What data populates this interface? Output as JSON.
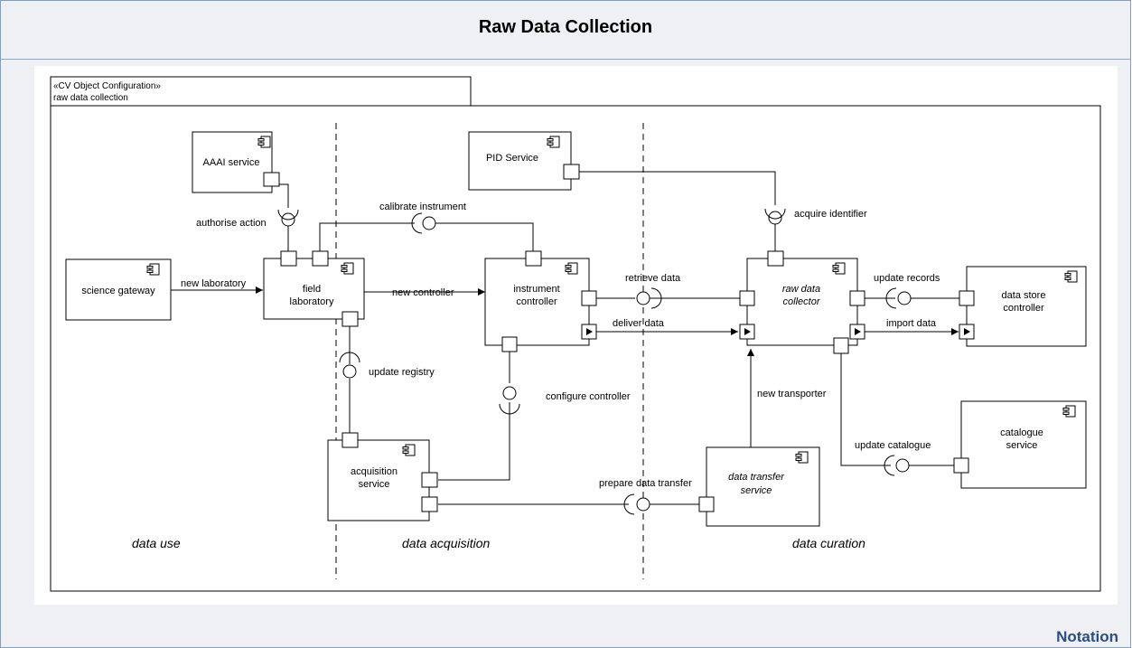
{
  "page": {
    "title": "Raw Data Collection",
    "notation_label": "Notation"
  },
  "frame": {
    "stereotype": "«CV Object Configuration»",
    "name": "raw data collection"
  },
  "components": {
    "aaai": "AAAI service",
    "pid": "PID Service",
    "science_gateway": "science gateway",
    "field_lab_1": "field",
    "field_lab_2": "laboratory",
    "instrument_controller_1": "instrument",
    "instrument_controller_2": "controller",
    "raw_data_collector_1": "raw data",
    "raw_data_collector_2": "collector",
    "data_store_controller_1": "data store",
    "data_store_controller_2": "controller",
    "acquisition_service_1": "acquisition",
    "acquisition_service_2": "service",
    "data_transfer_service_1": "data transfer",
    "data_transfer_service_2": "service",
    "catalogue_service_1": "catalogue",
    "catalogue_service_2": "service"
  },
  "connections": {
    "authorise_action": "authorise action",
    "calibrate_instrument": "calibrate instrument",
    "acquire_identifier": "acquire identifier",
    "new_laboratory": "new laboratory",
    "new_controller": "new controller",
    "retrieve_data": "retrieve data",
    "deliver_data": "deliver data",
    "update_records": "update records",
    "import_data": "import data",
    "update_registry": "update registry",
    "configure_controller": "configure controller",
    "new_transporter": "new transporter",
    "update_catalogue": "update catalogue",
    "prepare_data_transfer": "prepare data transfer"
  },
  "regions": {
    "data_use": "data use",
    "data_acquisition": "data acquisition",
    "data_curation": "data curation"
  }
}
